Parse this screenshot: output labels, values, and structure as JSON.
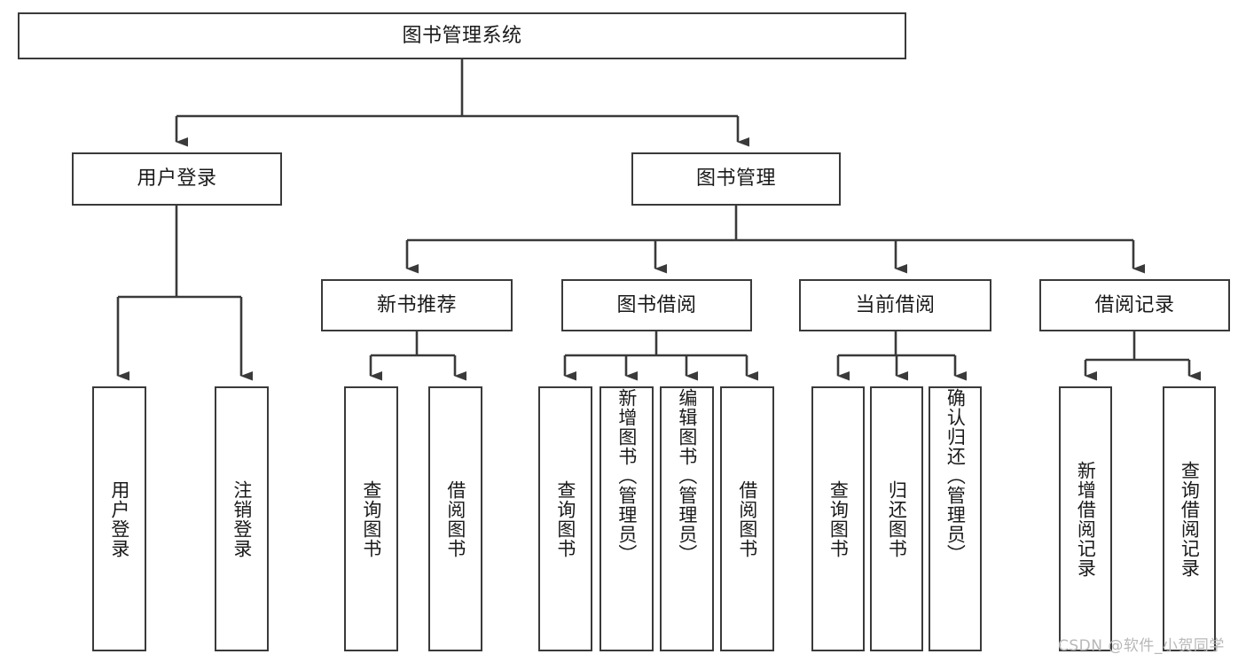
{
  "diagram": {
    "title": "图书管理系统",
    "type": "tree",
    "root": {
      "id": "root",
      "label": "图书管理系统"
    },
    "level2": [
      {
        "id": "user-login",
        "label": "用户登录"
      },
      {
        "id": "book-manage",
        "label": "图书管理"
      }
    ],
    "level3": [
      {
        "id": "new-book-recommend",
        "label": "新书推荐"
      },
      {
        "id": "book-borrow",
        "label": "图书借阅"
      },
      {
        "id": "current-borrow",
        "label": "当前借阅"
      },
      {
        "id": "borrow-record",
        "label": "借阅记录"
      }
    ],
    "leaves": {
      "user_login": [
        {
          "id": "leaf-user-login",
          "label": "用户登录"
        },
        {
          "id": "leaf-logout-login",
          "label": "注销登录"
        }
      ],
      "new_book_recommend": [
        {
          "id": "leaf-query-book-1",
          "label": "查询图书"
        },
        {
          "id": "leaf-borrow-book-1",
          "label": "借阅图书"
        }
      ],
      "book_borrow": [
        {
          "id": "leaf-query-book-2",
          "label": "查询图书"
        },
        {
          "id": "leaf-add-book",
          "label": "新增图书（管理员）"
        },
        {
          "id": "leaf-edit-book",
          "label": "编辑图书（管理员）"
        },
        {
          "id": "leaf-borrow-book-2",
          "label": "借阅图书"
        }
      ],
      "current_borrow": [
        {
          "id": "leaf-query-book-3",
          "label": "查询图书"
        },
        {
          "id": "leaf-return-book",
          "label": "归还图书"
        },
        {
          "id": "leaf-confirm-return",
          "label": "确认归还（管理员）"
        }
      ],
      "borrow_record": [
        {
          "id": "leaf-add-record",
          "label": "新增借阅记录"
        },
        {
          "id": "leaf-query-record",
          "label": "查询借阅记录"
        }
      ]
    }
  },
  "watermark": {
    "text": "CSDN @软件_小贺同学"
  },
  "colors": {
    "stroke": "#3a3a3a",
    "background": "#ffffff",
    "text": "#1a1a1a",
    "watermark": "#b8b8b8"
  }
}
